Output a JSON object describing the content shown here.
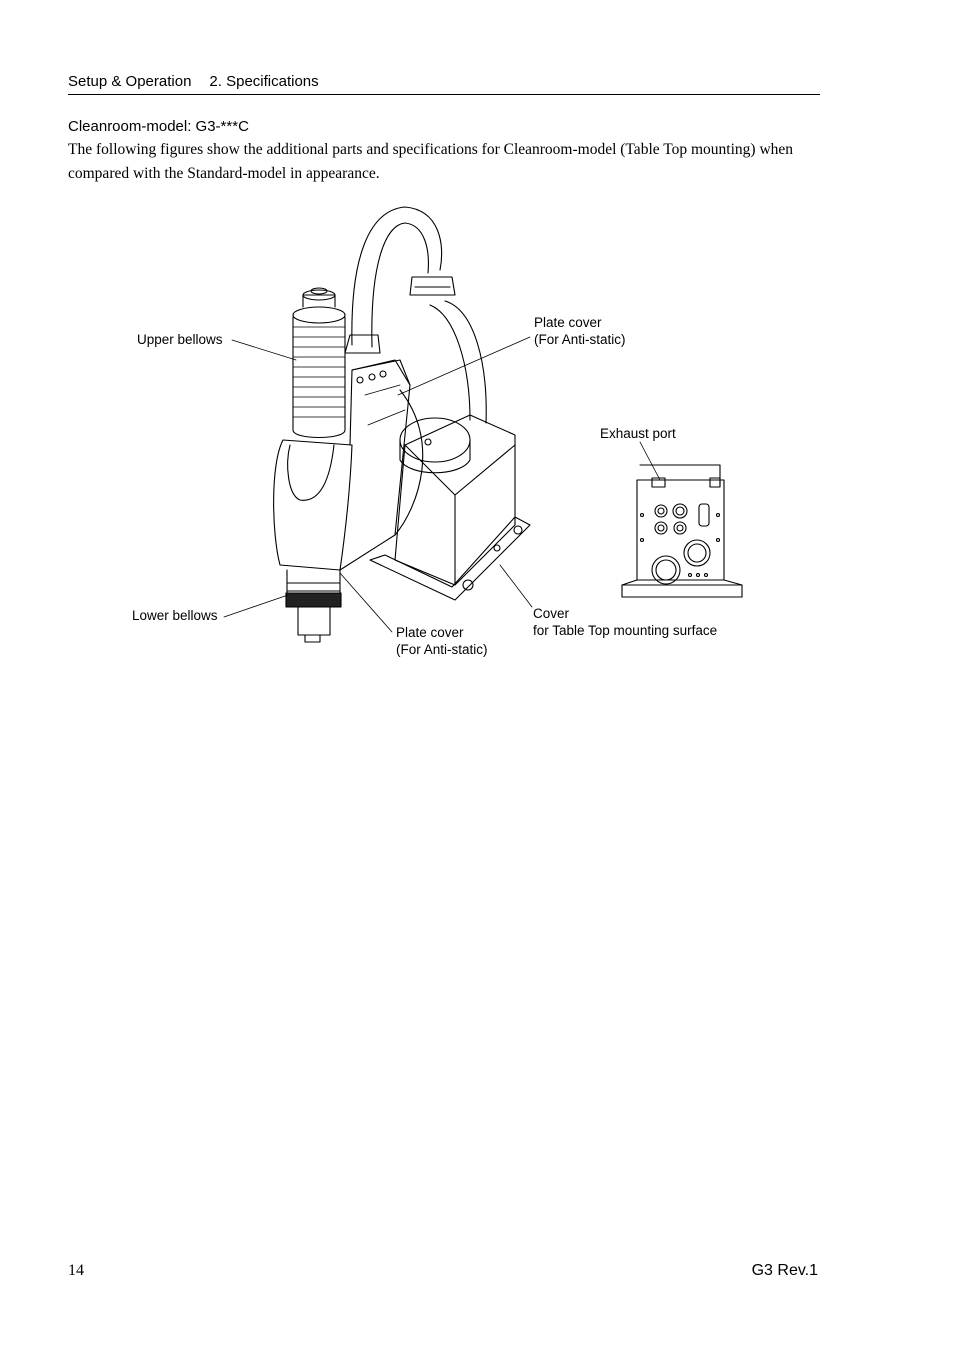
{
  "header": {
    "section": "Setup & Operation",
    "chapter": "2. Specifications"
  },
  "subtitle": "Cleanroom-model: G3-***C",
  "intro": "The following figures show the additional parts and specifications for Cleanroom-model (Table Top mounting) when compared with the Standard-model in appearance.",
  "figure": {
    "labels": {
      "upper_bellows": "Upper bellows",
      "plate_cover_top_line1": "Plate cover",
      "plate_cover_top_line2": "(For Anti-static)",
      "exhaust_port": "Exhaust port",
      "lower_bellows": "Lower bellows",
      "plate_cover_bottom_line1": "Plate cover",
      "plate_cover_bottom_line2": "(For Anti-static)",
      "cover_line1": "Cover",
      "cover_line2": "for Table Top mounting surface"
    }
  },
  "footer": {
    "page_number": "14",
    "revision": "G3 Rev.1"
  }
}
